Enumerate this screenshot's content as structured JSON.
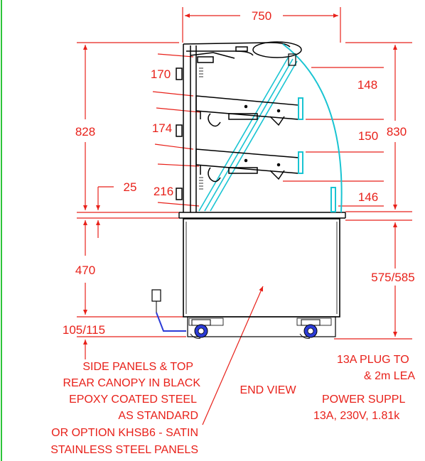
{
  "dimensions": {
    "overall_width": "750",
    "overall_height_left": "828",
    "overall_height_right": "830",
    "shelf_spacing_left_top": "170",
    "shelf_spacing_left_mid": "174",
    "shelf_spacing_left_bottom": "216",
    "deck_thickness": "25",
    "shelf_spacing_right_top": "148",
    "shelf_spacing_right_mid": "150",
    "shelf_spacing_right_bottom": "146",
    "base_height": "470",
    "base_height_right": "575/585",
    "castor_height": "105/115"
  },
  "notes": {
    "panels": [
      "SIDE PANELS & TOP",
      "REAR CANOPY IN BLACK",
      "EPOXY COATED STEEL",
      "AS STANDARD",
      "OR OPTION KHSB6 - SATIN",
      "STAINLESS STEEL PANELS"
    ],
    "view_label": "END VIEW",
    "plug": [
      "13A PLUG TO",
      "& 2m LEA"
    ],
    "power": [
      "POWER SUPPL",
      "13A, 230V, 1.81k"
    ]
  },
  "colors": {
    "dimension": "#e8211a",
    "outline": "#000000",
    "glass": "#19c4d2",
    "castor": "#2b3bd6",
    "border": "#2ec43a"
  }
}
